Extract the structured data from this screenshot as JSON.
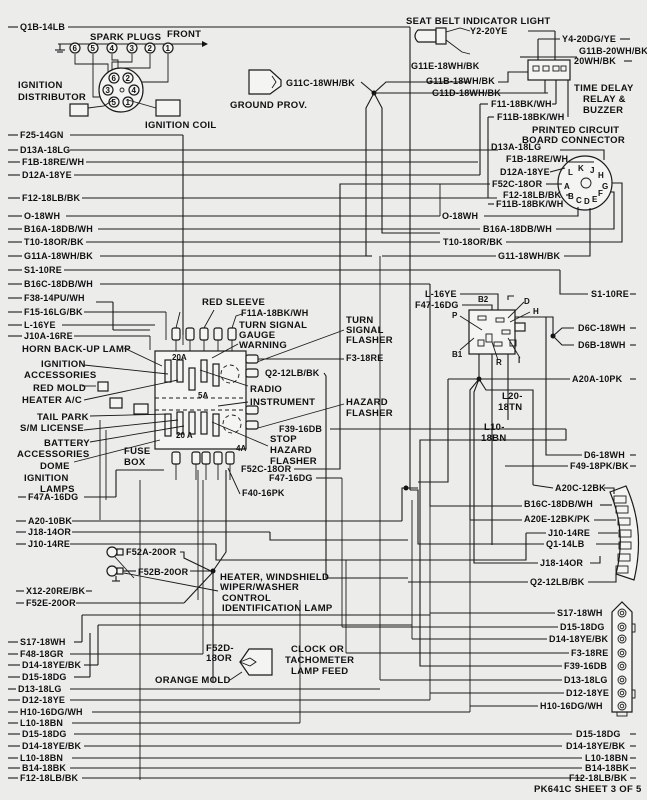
{
  "diagram": {
    "sheet_id": "PK641C SHEET 3 OF 5",
    "components": {
      "spark_plugs": "SPARK PLUGS",
      "front": "FRONT",
      "spark_plug_numbers": [
        "6",
        "5",
        "4",
        "3",
        "2",
        "1"
      ],
      "distributor_terminals": [
        "6",
        "2",
        "3",
        "4",
        "5",
        "1"
      ],
      "ignition_distributor": [
        "IGNITION",
        "DISTRIBUTOR"
      ],
      "ignition_coil": "IGNITION COIL",
      "ground_prov": "GROUND PROV.",
      "seat_belt_light": "SEAT BELT INDICATOR LIGHT",
      "time_delay": [
        "TIME DELAY",
        "RELAY &",
        "BUZZER"
      ],
      "pcb_connector": [
        "PRINTED CIRCUIT",
        "BOARD CONNECTOR"
      ],
      "pcb_pins": [
        "L",
        "K",
        "J",
        "H",
        "A",
        "G",
        "B",
        "C",
        "D",
        "E",
        "F"
      ],
      "red_sleeve": "RED SLEEVE",
      "turn_signal_gauge_warning": [
        "TURN SIGNAL",
        "GAUGE",
        "WARNING"
      ],
      "turn_signal_flasher": [
        "TURN",
        "SIGNAL",
        "FLASHER"
      ],
      "hazard_flasher": [
        "HAZARD",
        "FLASHER"
      ],
      "fuse_box": [
        "FUSE",
        "BOX"
      ],
      "fuse_ratings": [
        "20A",
        "5A",
        "20 A",
        "4A"
      ],
      "fuse_circuits_left": [
        "HORN BACK-UP LAMP",
        "IGNITION",
        "ACCESSORIES",
        "RED MOLD",
        "HEATER A/C",
        "TAIL PARK",
        "S/M LICENSE",
        "BATTERY",
        "ACCESSORIES",
        "DOME",
        "IGNITION",
        "LAMPS"
      ],
      "fuse_circuits_right": [
        "RADIO",
        "INSTRUMENT",
        "STOP",
        "HAZARD",
        "FLASHER"
      ],
      "ignition_switch_pins": [
        "B2",
        "D",
        "P",
        "H",
        "B1",
        "R",
        "I"
      ],
      "heater_control": [
        "HEATER, WINDSHIELD",
        "WIPER/WASHER",
        "CONTROL",
        "IDENTIFICATION LAMP"
      ],
      "orange_mold": "ORANGE MOLD",
      "clock_feed": [
        "CLOCK OR",
        "TACHOMETER",
        "LAMP FEED"
      ],
      "wire_l20": [
        "L20-",
        "18TN"
      ],
      "wire_l10": [
        "L10-",
        "18BN"
      ],
      "wire_f52d": [
        "F52D-",
        "18OR"
      ]
    },
    "left_wires": [
      "Q1B-14LB",
      "F25-14GN",
      "D13A-18LG",
      "F1B-18RE/WH",
      "D12A-18YE",
      "F12-18LB/BK",
      "O-18WH",
      "B16A-18DB/WH",
      "T10-18OR/BK",
      "G11A-18WH/BK",
      "S1-10RE",
      "B16C-18DB/WH",
      "F38-14PU/WH",
      "F15-16LG/BK",
      "L-16YE",
      "J10A-16RE",
      "F47A-16DG",
      "A20-10BK",
      "J18-14OR",
      "J10-14RE",
      "X12-20RE/BK",
      "F52E-20OR",
      "S17-18WH",
      "F48-18GR",
      "D14-18YE/BK",
      "D15-18DG",
      "D13-18LG",
      "D12-18YE",
      "H10-16DG/WH",
      "L10-18BN",
      "D15-18DG",
      "D14-18YE/BK",
      "L10-18BN",
      "B14-18BK",
      "F12-18LB/BK"
    ],
    "top_right_wires": [
      "Y2-20YE",
      "Y4-20DG/YE",
      "G11B-20WH/BK",
      "G11E-18WH/BK",
      "G11B-18WH/BK",
      "G11D-18WH/BK",
      "F11-18BK/WH",
      "F11B-18BK/WH",
      "G11C-18WH/BK"
    ],
    "pcb_wires": [
      "D13A-18LG",
      "F1B-18RE/WH",
      "D12A-18YE",
      "F52C-18OR",
      "F12-18LB/BK",
      "F11B-18BK/WH",
      "O-18WH",
      "B16A-18DB/WH",
      "T10-18OR/BK",
      "G11-18WH/BK"
    ],
    "middle_wires": [
      "F11A-18BK/WH",
      "F3-18RE",
      "Q2-12LB/BK",
      "F39-16DB",
      "F52C-18OR",
      "F47-16DG",
      "F40-16PK",
      "L-16YE",
      "F47-16DG",
      "S1-10RE",
      "D6C-18WH",
      "D6B-18WH",
      "A20A-10PK",
      "D6-18WH",
      "F49-18PK/BK",
      "F52A-20OR",
      "F52B-20OR"
    ],
    "bulkhead_wires": [
      "A20C-12BK",
      "B16C-18DB/WH",
      "A20E-12BK/PK",
      "J10-14RE",
      "Q1-14LB",
      "J18-14OR",
      "Q2-12LB/BK"
    ],
    "right_connector_wires": [
      "S17-18WH",
      "D15-18DG",
      "D14-18YE/BK",
      "F3-18RE",
      "F39-16DB",
      "D13-18LG",
      "D12-18YE",
      "H10-16DG/WH"
    ],
    "bottom_right_wires": [
      "D15-18DG",
      "D14-18YE/BK",
      "L10-18BN",
      "B14-18BK",
      "F12-18LB/BK"
    ]
  }
}
